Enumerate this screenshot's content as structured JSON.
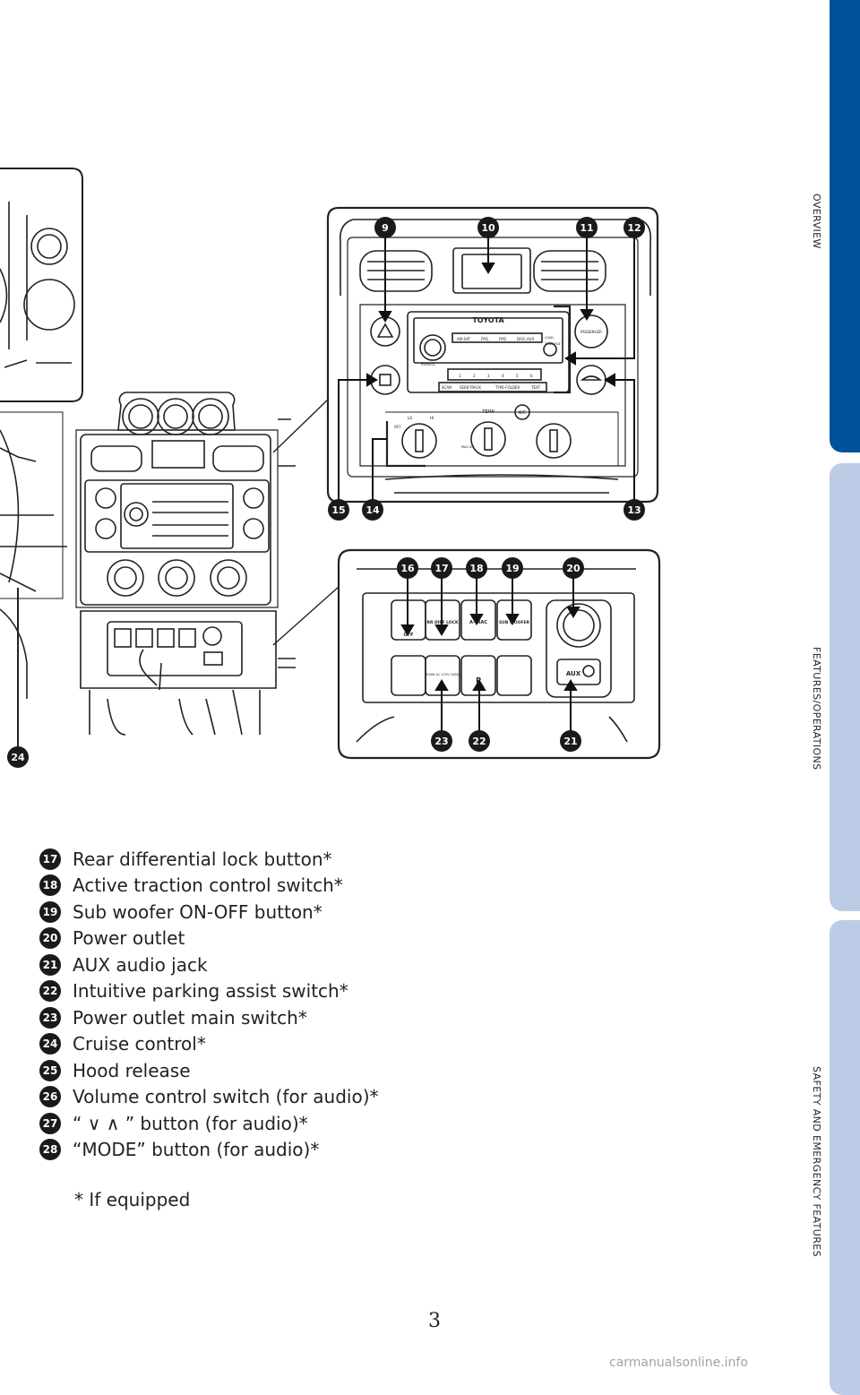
{
  "side_tabs": [
    "OVERVIEW",
    "FEATURES/OPERATIONS",
    "SAFETY AND EMERGENCY FEATURES"
  ],
  "colors": {
    "active_tab": "#00529b",
    "inactive_tab": "#bccbe6",
    "badge": "#1a1a1a"
  },
  "callouts": {
    "n9": "9",
    "n10": "10",
    "n11": "11",
    "n12": "12",
    "n13": "13",
    "n14": "14",
    "n15": "15",
    "n16": "16",
    "n17": "17",
    "n18": "18",
    "n19": "19",
    "n20": "20",
    "n21": "21",
    "n22": "22",
    "n23": "23",
    "n24": "24"
  },
  "panel_text": {
    "brand": "TOYOTA",
    "passenger": "PASSENGER",
    "temp": "TEMP",
    "ac": "A/C",
    "lo": "LO",
    "hi": "HI",
    "off": "OFF",
    "max_ac": "MAX A/C",
    "radio_bands": [
      "AM-SAT",
      "FM1",
      "FM2",
      "DISC-AUX"
    ],
    "presets": [
      "1",
      "2",
      "3",
      "4",
      "5",
      "6"
    ],
    "radio_bottom": [
      "SCAN",
      "SEEK-TRACK",
      "TYPE-FOLDER",
      "TEXT"
    ],
    "pwr_vol": "PWR/VOL",
    "load": "LOAD",
    "tune_file": "TUNE FILE"
  },
  "switch_text": {
    "vsc_off": "OFF",
    "rr_diff": "RR DIFF LOCK",
    "a_trac": "A-TRAC",
    "sub_woofer": "SUB WOOFER",
    "inverter": "400W AC 115V 100W",
    "parking": "P",
    "aux": "AUX"
  },
  "legend": [
    {
      "num": "17",
      "text": "Rear differential lock button*"
    },
    {
      "num": "18",
      "text": "Active traction control switch*"
    },
    {
      "num": "19",
      "text": "Sub woofer ON-OFF button*"
    },
    {
      "num": "20",
      "text": "Power outlet"
    },
    {
      "num": "21",
      "text": "AUX audio jack"
    },
    {
      "num": "22",
      "text": "Intuitive parking assist switch*"
    },
    {
      "num": "23",
      "text": "Power outlet main switch*"
    },
    {
      "num": "24",
      "text": "Cruise control*"
    },
    {
      "num": "25",
      "text": "Hood release"
    },
    {
      "num": "26",
      "text": "Volume control switch (for audio)*"
    },
    {
      "num": "27",
      "text": "“ ∨ ∧ ” button (for audio)*"
    },
    {
      "num": "28",
      "text": "“MODE” button (for audio)*"
    }
  ],
  "footnote": "* If equipped",
  "page_number": "3",
  "watermark": "carmanualsonline.info"
}
